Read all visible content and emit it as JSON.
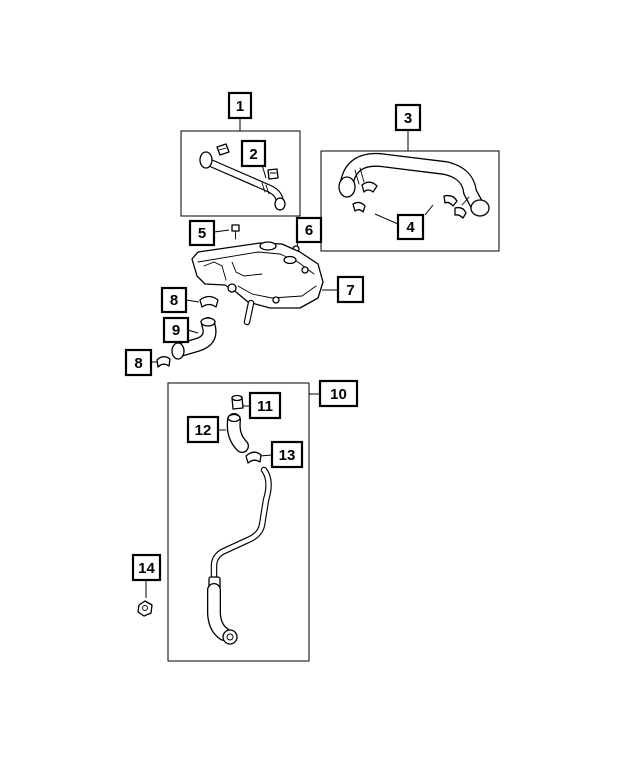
{
  "callouts": {
    "c1": "1",
    "c2": "2",
    "c3": "3",
    "c4": "4",
    "c5": "5",
    "c6": "6",
    "c7": "7",
    "c8a": "8",
    "c8b": "8",
    "c9": "9",
    "c10": "10",
    "c11": "11",
    "c12": "12",
    "c13": "13",
    "c14": "14"
  }
}
